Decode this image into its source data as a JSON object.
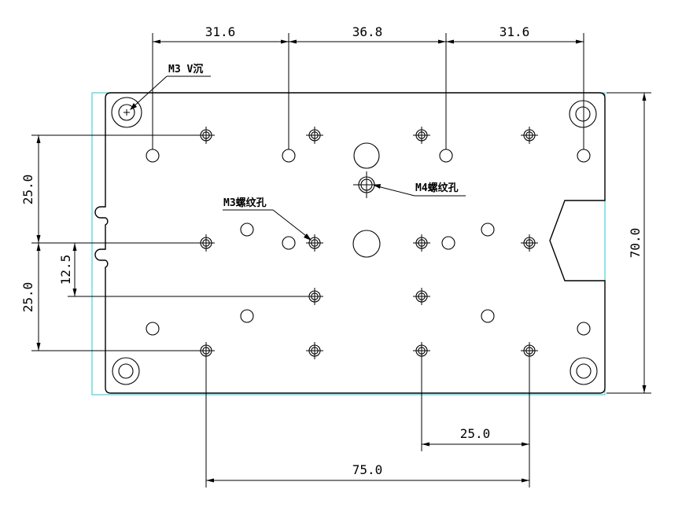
{
  "colors": {
    "line": "#000000",
    "cyan_border": "#22c8d8",
    "background": "#ffffff"
  },
  "dimensions": {
    "top_left": "31.6",
    "top_middle": "36.8",
    "top_right": "31.6",
    "right_height": "70.0",
    "left_upper": "25.0",
    "left_lower": "25.0",
    "left_inner": "12.5",
    "bottom_inner": "25.0",
    "bottom_outer": "75.0"
  },
  "annotations": {
    "m3_countersink": "M3 V沉",
    "m3_thread": "M3螺纹孔",
    "m4_thread": "M4螺纹孔"
  }
}
